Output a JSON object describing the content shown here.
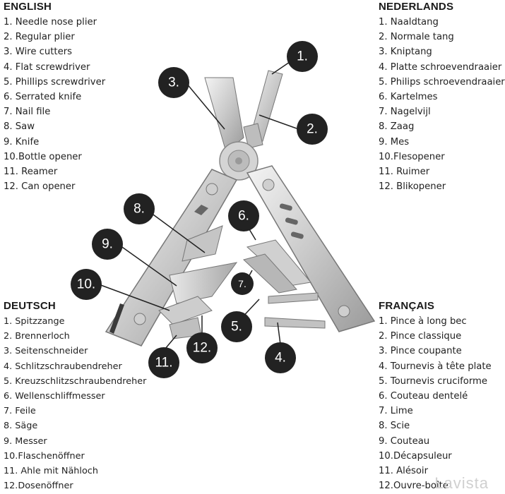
{
  "languages": {
    "en": {
      "title": "ENGLISH",
      "items": [
        "1. Needle nose plier",
        "2. Regular plier",
        "3. Wire cutters",
        "4. Flat screwdriver",
        "5. Phillips screwdriver",
        "6. Serrated knife",
        "7. Nail file",
        "8. Saw",
        "9. Knife",
        "10.Bottle opener",
        "11. Reamer",
        "12. Can opener"
      ]
    },
    "nl": {
      "title": "NEDERLANDS",
      "items": [
        "1. Naaldtang",
        "2. Normale tang",
        "3. Kniptang",
        "4. Platte schroevendraaier",
        "5. Philips schroevendraaier",
        "6. Kartelmes",
        "7. Nagelvijl",
        "8. Zaag",
        "9. Mes",
        "10.Flesopener",
        "11. Ruimer",
        "12. Blikopener"
      ]
    },
    "de": {
      "title": "DEUTSCH",
      "items": [
        "1. Spitzzange",
        "2. Brennerloch",
        "3. Seitenschneider",
        "4. Schlitzschraubendreher",
        "5. Kreuzschlitzschraubendreher",
        "6. Wellenschliffmesser",
        "7. Feile",
        "8. Säge",
        "9. Messer",
        "10.Flaschenöffner",
        "11. Ahle mit Nähloch",
        "12.Dosenöffner"
      ]
    },
    "fr": {
      "title": "FRANÇAIS",
      "items": [
        "1. Pince à long bec",
        "2. Pince classique",
        "3. Pince coupante",
        "4. Tournevis à tête plate",
        "5. Tournevis cruciforme",
        "6. Couteau dentelé",
        "7. Lime",
        "8. Scie",
        "9. Couteau",
        "10.Décapsuleur",
        "11. Alésoir",
        "12.Ouvre-boîte"
      ]
    }
  },
  "callouts": [
    "1.",
    "2.",
    "3.",
    "4.",
    "5.",
    "6.",
    "7.",
    "8.",
    "9.",
    "10.",
    "11.",
    "12."
  ],
  "watermark": "Lavista"
}
